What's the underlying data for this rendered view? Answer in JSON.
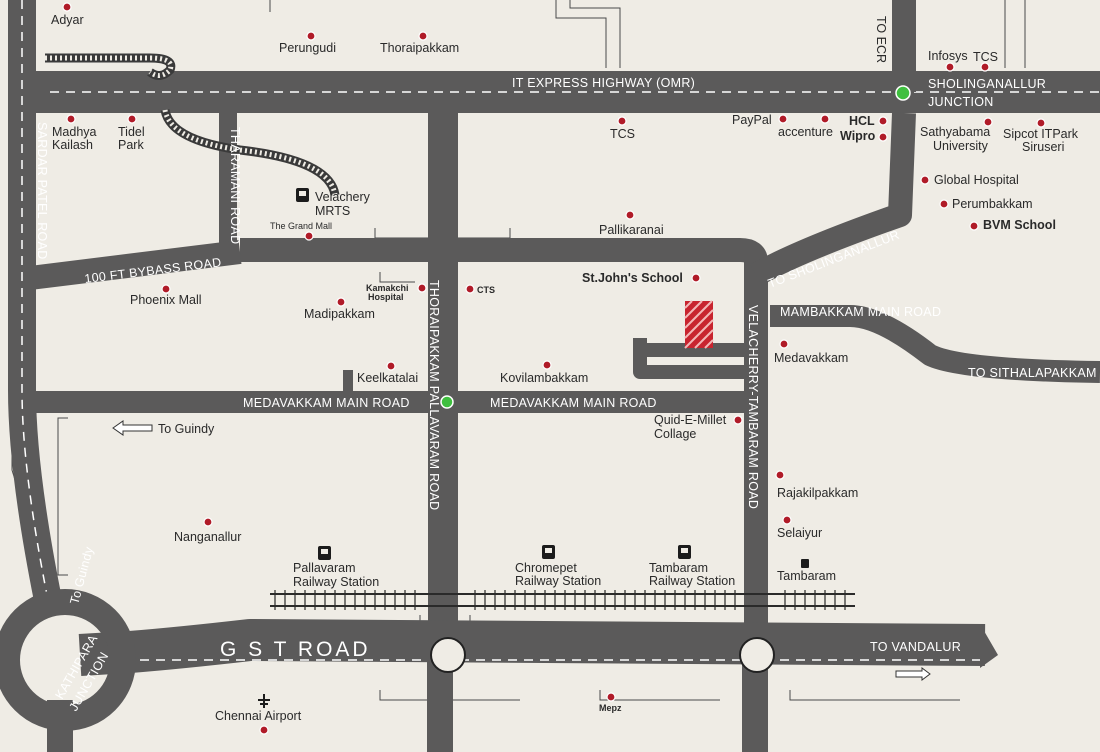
{
  "roads": {
    "omr": "IT EXPRESS HIGHWAY (OMR)",
    "sardar": "SARDAR PATEL ROAD",
    "tharamani": "THARAMANI ROAD",
    "bypass": "100 FT BYBASS ROAD",
    "thoraipakkam": "THORAIPAKKAM PALLAVARAM ROAD",
    "medavakkam_w": "MEDAVAKKAM MAIN ROAD",
    "medavakkam_e": "MEDAVAKKAM MAIN ROAD",
    "velachery": "VELACHERRY-TAMBARAM ROAD",
    "to_sholinganallur": "TO SHOLINGANALLUR",
    "mambakkam": "MAMBAKKAM MAIN ROAD",
    "to_sithalapakkam": "TO SITHALAPAKKAM",
    "gst": "G S T ROAD",
    "to_vandalur": "TO VANDALUR",
    "to_ecr": "TO ECR",
    "to_guindy_road": "To Guindy"
  },
  "junctions": {
    "sholinganallur": "SHOLINGANALLUR",
    "sholinganallur2": "JUNCTION",
    "kathipara": "KATHIPARA",
    "kathipara2": "JUNCTION"
  },
  "places": {
    "adyar": "Adyar",
    "perungudi": "Perungudi",
    "thoraipakkam": "Thoraipakkam",
    "infosys": "Infosys",
    "tcs_top": "TCS",
    "madhya1": "Madhya",
    "madhya2": "Kailash",
    "tidel1": "Tidel",
    "tidel2": "Park",
    "tcs": "TCS",
    "paypal": "PayPal",
    "accenture": "accenture",
    "hcl": "HCL",
    "wipro": "Wipro",
    "sathyabama1": "Sathyabama",
    "sathyabama2": "University",
    "sipcot1": "Sipcot ITPark",
    "sipcot2": "Siruseri",
    "velachery1": "Velachery",
    "velachery2": "MRTS",
    "grandmall": "The Grand Mall",
    "pallikaranai": "Pallikaranai",
    "global": "Global Hospital",
    "perumbakkam": "Perumbakkam",
    "bvm": "BVM School",
    "phoenix": "Phoenix Mall",
    "kamakchi1": "Kamakchi",
    "kamakchi2": "Hospital",
    "cts": "CTS",
    "stjohns": "St.John's School",
    "madipakkam": "Madipakkam",
    "medavakkam": "Medavakkam",
    "keelkatalai": "Keelkatalai",
    "kovilambakkam": "Kovilambakkam",
    "quid1": "Quid-E-Millet",
    "quid2": "Collage",
    "to_guindy": "To Guindy",
    "rajakilpakkam": "Rajakilpakkam",
    "selaiyur": "Selaiyur",
    "nanganallur": "Nanganallur",
    "pallavaram1": "Pallavaram",
    "pallavaram2": "Railway Station",
    "chromepet1": "Chromepet",
    "chromepet2": "Railway Station",
    "tambaram_rs1": "Tambaram",
    "tambaram_rs2": "Railway Station",
    "tambaram": "Tambaram",
    "airport": "Chennai Airport",
    "mepz": "Mepz"
  },
  "colors": {
    "road": "#5b5a5a",
    "background": "#efece5",
    "marker": "#b01b28",
    "junction": "#3fbf3f",
    "site": "#c8242f"
  },
  "icons": [
    "train-station-icon",
    "airport-icon",
    "arrow-left-icon",
    "arrow-right-icon"
  ]
}
